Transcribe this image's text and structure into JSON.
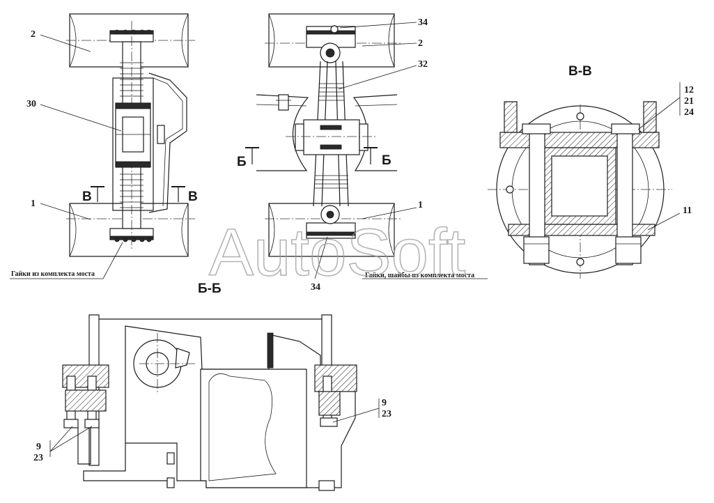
{
  "watermark": "AutoSoft",
  "views": {
    "section_bb_title": "Б-Б",
    "section_vv_title": "В-В"
  },
  "section_marks": {
    "b_left": "Б",
    "b_right": "Б",
    "v_left": "В",
    "v_right": "В"
  },
  "callouts": {
    "c2_left": "2",
    "c30": "30",
    "c1_left": "1",
    "c34_top": "34",
    "c2_right": "2",
    "c32": "32",
    "c1_right": "1",
    "c34_bottom": "34",
    "c12": "12",
    "c21": "21",
    "c24": "24",
    "c11": "11",
    "c9_left": "9",
    "c23_left": "23",
    "c9_right": "9",
    "c23_right": "23"
  },
  "notes": {
    "left_note": "Гайки из комплекта моста",
    "right_note": "Гайки, шайбы из комплекта моста"
  }
}
